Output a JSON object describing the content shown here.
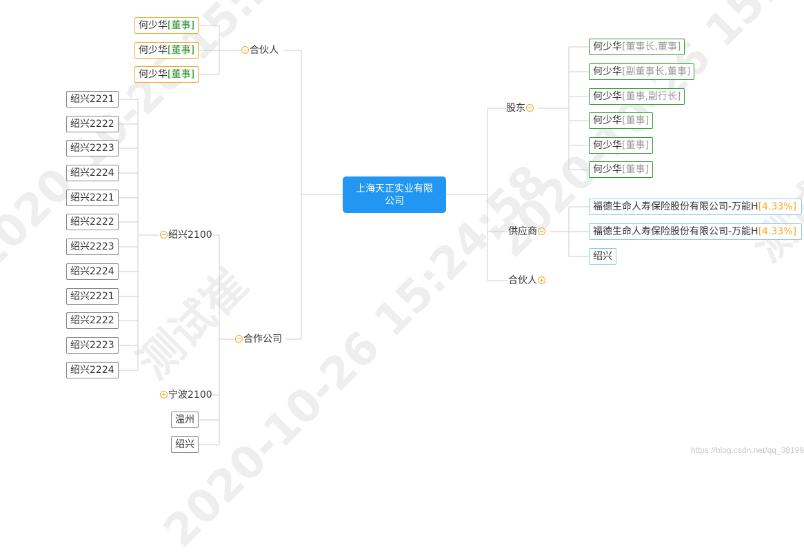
{
  "watermark": {
    "name": "测试崔",
    "datetime": "2020-10-26 15:24:58"
  },
  "footer_url": "https://blog.csdn.net/qq_38199",
  "center": {
    "label": "上海天正实业有限公司"
  },
  "right": {
    "shareholders": {
      "label": "股东",
      "items": [
        {
          "name": "何少华",
          "role": "[董事长,董事]"
        },
        {
          "name": "何少华",
          "role": "[副董事长,董事]"
        },
        {
          "name": "何少华",
          "role": "[董事,副行长]"
        },
        {
          "name": "何少华",
          "role": "[董事]"
        },
        {
          "name": "何少华",
          "role": "[董事]"
        },
        {
          "name": "何少华",
          "role": "[董事]"
        }
      ]
    },
    "suppliers": {
      "label": "供应商",
      "items": [
        {
          "name": "福德生命人寿保险股份有限公司-万能H",
          "pct": "[4.33%]"
        },
        {
          "name": "福德生命人寿保险股份有限公司-万能H",
          "pct": "[4.33%]"
        },
        {
          "name": "绍兴",
          "pct": ""
        }
      ]
    },
    "partners": {
      "label": "合伙人"
    }
  },
  "left": {
    "partners": {
      "label": "合伙人",
      "items": [
        {
          "name": "何少华",
          "role": "[董事]"
        },
        {
          "name": "何少华",
          "role": "[董事]"
        },
        {
          "name": "何少华",
          "role": "[董事]"
        }
      ]
    },
    "companies": {
      "label": "合作公司",
      "shaoxing": {
        "label": "绍兴2100",
        "items": [
          "绍兴2221",
          "绍兴2222",
          "绍兴2223",
          "绍兴2224",
          "绍兴2221",
          "绍兴2222",
          "绍兴2223",
          "绍兴2224",
          "绍兴2221",
          "绍兴2222",
          "绍兴2223",
          "绍兴2224"
        ]
      },
      "ningbo": {
        "label": "宁波2100"
      },
      "others": [
        "温州",
        "绍兴"
      ]
    }
  },
  "colors": {
    "center": "#2196f3",
    "toggle": "#f5a623",
    "partner_border": "#f5a623",
    "shareholder_border": "#2a9d2a",
    "supplier_border": "#8ec9ef",
    "company_border": "#888888",
    "line": "#cccccc"
  }
}
